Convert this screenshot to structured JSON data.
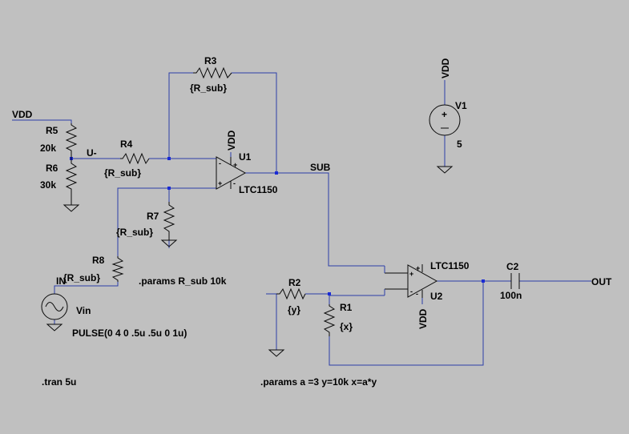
{
  "nets": {
    "vdd_in": "VDD",
    "u_minus": "U-",
    "sub": "SUB",
    "in": "IN",
    "out": "OUT",
    "v1_top": "VDD",
    "u1_supply": "VDD",
    "u2_supply": "VDD"
  },
  "components": {
    "r3": {
      "name": "R3",
      "value": "{R_sub}"
    },
    "r4": {
      "name": "R4",
      "value": "{R_sub}"
    },
    "r5": {
      "name": "R5",
      "value": "20k"
    },
    "r6": {
      "name": "R6",
      "value": "30k"
    },
    "r7": {
      "name": "R7",
      "value": "{R_sub}"
    },
    "r8": {
      "name": "R8",
      "value": "{R_sub}"
    },
    "r1": {
      "name": "R1",
      "value": "{x}"
    },
    "r2": {
      "name": "R2",
      "value": "{y}"
    },
    "c2": {
      "name": "C2",
      "value": "100n"
    },
    "u1": {
      "name": "U1",
      "part": "LTC1150"
    },
    "u2": {
      "name": "U2",
      "part": "LTC1150"
    },
    "v1": {
      "name": "V1",
      "value": "5"
    },
    "vin": {
      "name": "Vin",
      "value": "PULSE(0 4 0 .5u .5u 0 1u)"
    }
  },
  "opamp_pins": {
    "plus": "+",
    "minus": "-"
  },
  "directives": {
    "params_rsub": ".params R_sub 10k",
    "tran": ".tran 5u",
    "params_axy": ".params a =3 y=10k x=a*y"
  }
}
